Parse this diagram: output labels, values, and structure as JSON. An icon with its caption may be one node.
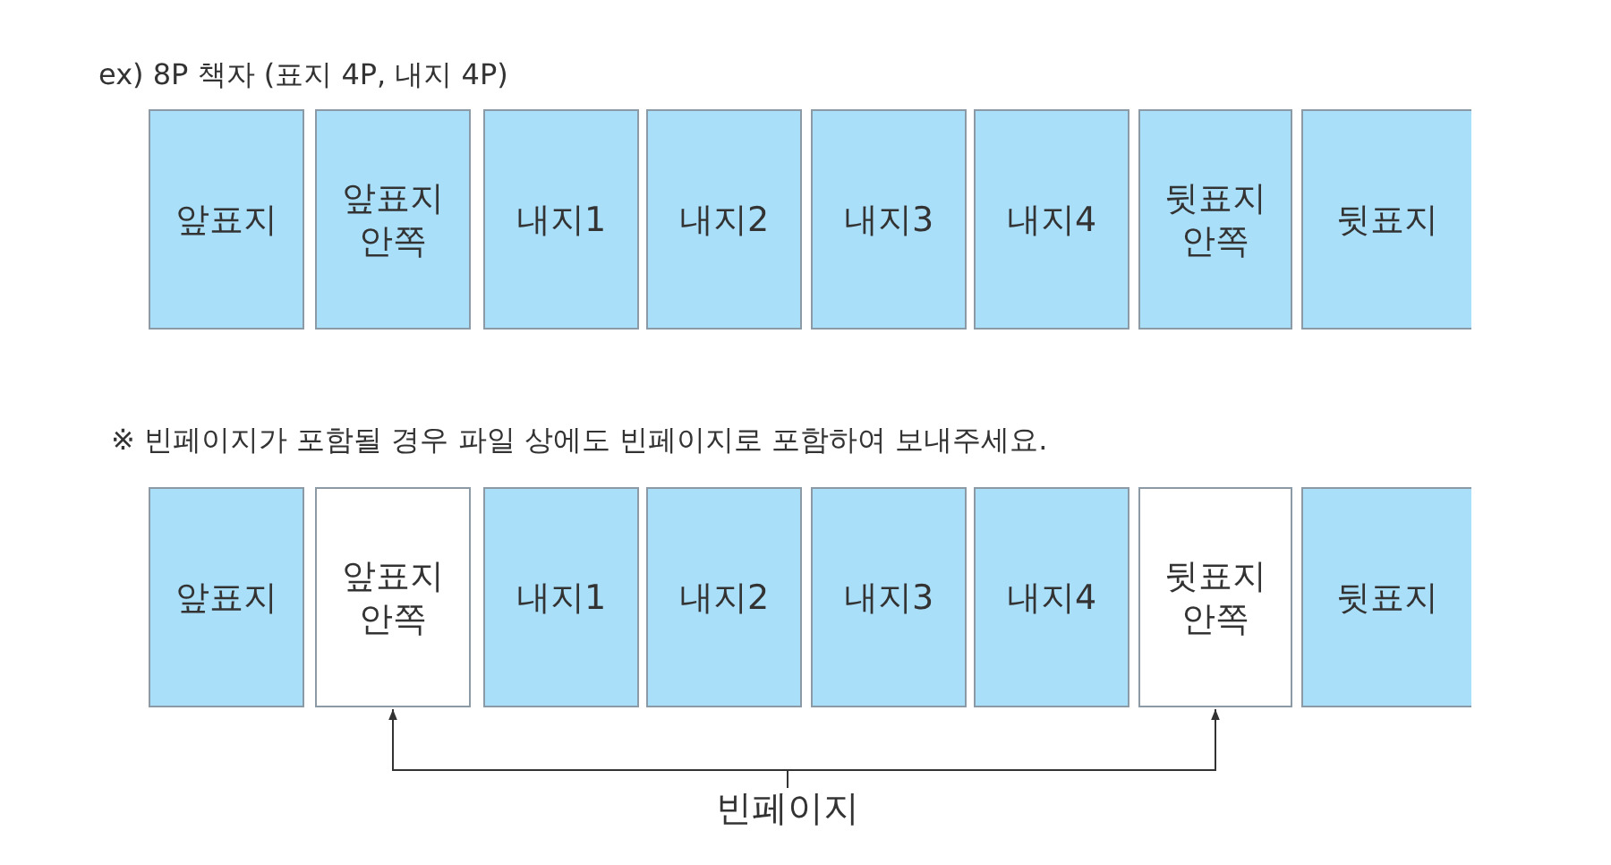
{
  "diagram": {
    "title": "ex) 8P 책자 (표지 4P, 내지 4P)",
    "nodes": [
      {
        "text": [
          "앞표지"
        ]
      },
      {
        "text": [
          "앞표지 안쪽"
        ]
      },
      {
        "text": [
          "내지1"
        ]
      },
      {
        "text": [
          "내지2"
        ]
      },
      {
        "text": [
          "내지3"
        ]
      },
      {
        "text": [
          "내지4"
        ]
      },
      {
        "text": [
          "뒷표지 안쪽"
        ]
      },
      {
        "text": [
          "뒷표지"
        ]
      },
      {
        "text": [
          "앞표지"
        ]
      },
      {
        "text": [
          "앞표지 안쪽"
        ]
      },
      {
        "text": [
          "내지1"
        ]
      },
      {
        "text": [
          "내지2"
        ]
      },
      {
        "text": [
          "내지3"
        ]
      },
      {
        "text": [
          "내지4"
        ]
      },
      {
        "text": [
          "뒷표지 안쪽"
        ]
      },
      {
        "text": [
          "뒷표지"
        ]
      },
      {
        "text": [
          "빈페이지"
        ]
      }
    ],
    "edges": [
      {
        "from": 16,
        "to": 9,
        "arrow": "to"
      },
      {
        "from": 16,
        "to": 14,
        "arrow": "to"
      }
    ],
    "labels": [
      "※ 빈페이지가 포함될 경우 파일 상에도 빈페이지로 포함하여 보내주세요."
    ]
  }
}
